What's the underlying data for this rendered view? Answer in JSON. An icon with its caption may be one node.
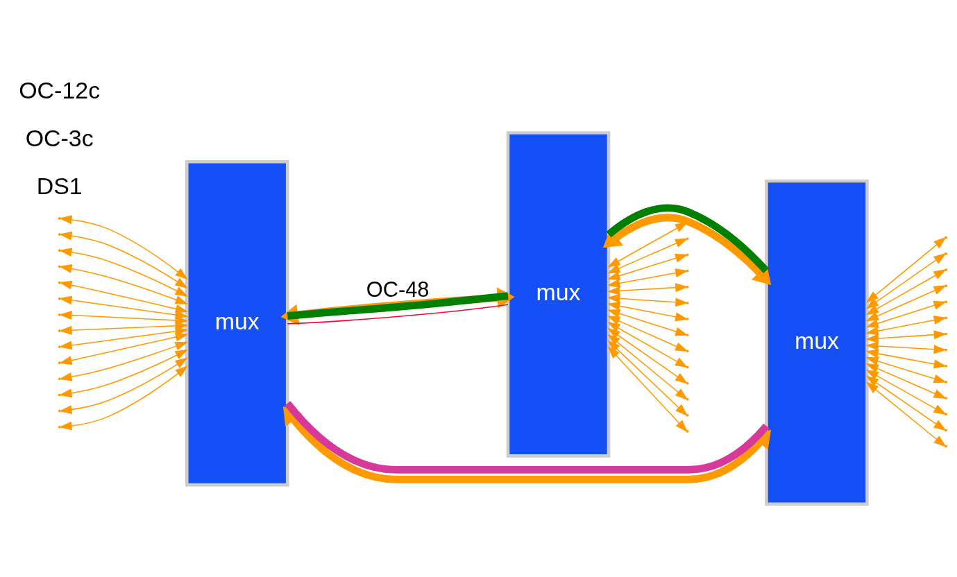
{
  "diagram": {
    "nodes": [
      {
        "text": [
          "mux"
        ]
      },
      {
        "text": [
          "mux"
        ]
      },
      {
        "text": [
          "mux"
        ]
      }
    ],
    "edges": [
      {
        "from": 0,
        "to": 1,
        "arrow": "both",
        "style": "thick",
        "label": "OC-48"
      },
      {
        "from": 1,
        "to": 2,
        "arrow": "both",
        "style": "thick"
      },
      {
        "from": 0,
        "to": 2,
        "arrow": "both",
        "style": "thick"
      },
      {
        "from": 0,
        "to": 1,
        "arrow": "none",
        "color": "#ff0033"
      },
      {
        "from": 0,
        "to": 1,
        "arrow": "none",
        "style": "thick",
        "color": "#008000"
      },
      {
        "from": 1,
        "to": 2,
        "arrow": "none",
        "style": "thick",
        "color": "#008000"
      },
      {
        "from": 0,
        "to": 2,
        "arrow": "none",
        "style": "thick",
        "color": "#d6399a"
      },
      {
        "from": null,
        "to": 0,
        "arrow": "both"
      },
      {
        "from": null,
        "to": 0,
        "arrow": "both"
      },
      {
        "from": null,
        "to": 0,
        "arrow": "both"
      },
      {
        "from": null,
        "to": 0,
        "arrow": "both"
      },
      {
        "from": null,
        "to": 0,
        "arrow": "both"
      },
      {
        "from": null,
        "to": 0,
        "arrow": "both"
      },
      {
        "from": null,
        "to": 0,
        "arrow": "both"
      },
      {
        "from": null,
        "to": 0,
        "arrow": "both"
      },
      {
        "from": null,
        "to": 0,
        "arrow": "both"
      },
      {
        "from": null,
        "to": 0,
        "arrow": "both"
      },
      {
        "from": null,
        "to": 0,
        "arrow": "both"
      },
      {
        "from": null,
        "to": 0,
        "arrow": "both"
      },
      {
        "from": null,
        "to": 0,
        "arrow": "both"
      },
      {
        "from": null,
        "to": 0,
        "arrow": "both"
      },
      {
        "from": null,
        "to": 1,
        "arrow": "both"
      },
      {
        "from": null,
        "to": 1,
        "arrow": "both"
      },
      {
        "from": null,
        "to": 1,
        "arrow": "both"
      },
      {
        "from": null,
        "to": 1,
        "arrow": "both"
      },
      {
        "from": null,
        "to": 1,
        "arrow": "both"
      },
      {
        "from": null,
        "to": 1,
        "arrow": "both"
      },
      {
        "from": null,
        "to": 1,
        "arrow": "both"
      },
      {
        "from": null,
        "to": 1,
        "arrow": "both"
      },
      {
        "from": null,
        "to": 1,
        "arrow": "both"
      },
      {
        "from": null,
        "to": 1,
        "arrow": "both"
      },
      {
        "from": null,
        "to": 1,
        "arrow": "both"
      },
      {
        "from": null,
        "to": 1,
        "arrow": "both"
      },
      {
        "from": null,
        "to": 1,
        "arrow": "both"
      },
      {
        "from": null,
        "to": 1,
        "arrow": "both"
      },
      {
        "from": null,
        "to": 2,
        "arrow": "both"
      },
      {
        "from": null,
        "to": 2,
        "arrow": "both"
      },
      {
        "from": null,
        "to": 2,
        "arrow": "both"
      },
      {
        "from": null,
        "to": 2,
        "arrow": "both"
      },
      {
        "from": null,
        "to": 2,
        "arrow": "both"
      },
      {
        "from": null,
        "to": 2,
        "arrow": "both"
      },
      {
        "from": null,
        "to": 2,
        "arrow": "both"
      },
      {
        "from": null,
        "to": 2,
        "arrow": "both"
      },
      {
        "from": null,
        "to": 2,
        "arrow": "both"
      },
      {
        "from": null,
        "to": 2,
        "arrow": "both"
      },
      {
        "from": null,
        "to": 2,
        "arrow": "both"
      },
      {
        "from": null,
        "to": 2,
        "arrow": "both"
      },
      {
        "from": null,
        "to": 2,
        "arrow": "both"
      },
      {
        "from": null,
        "to": 2,
        "arrow": "both"
      }
    ],
    "labels": [
      "DS1",
      "OC-3c",
      "OC-12c"
    ]
  }
}
